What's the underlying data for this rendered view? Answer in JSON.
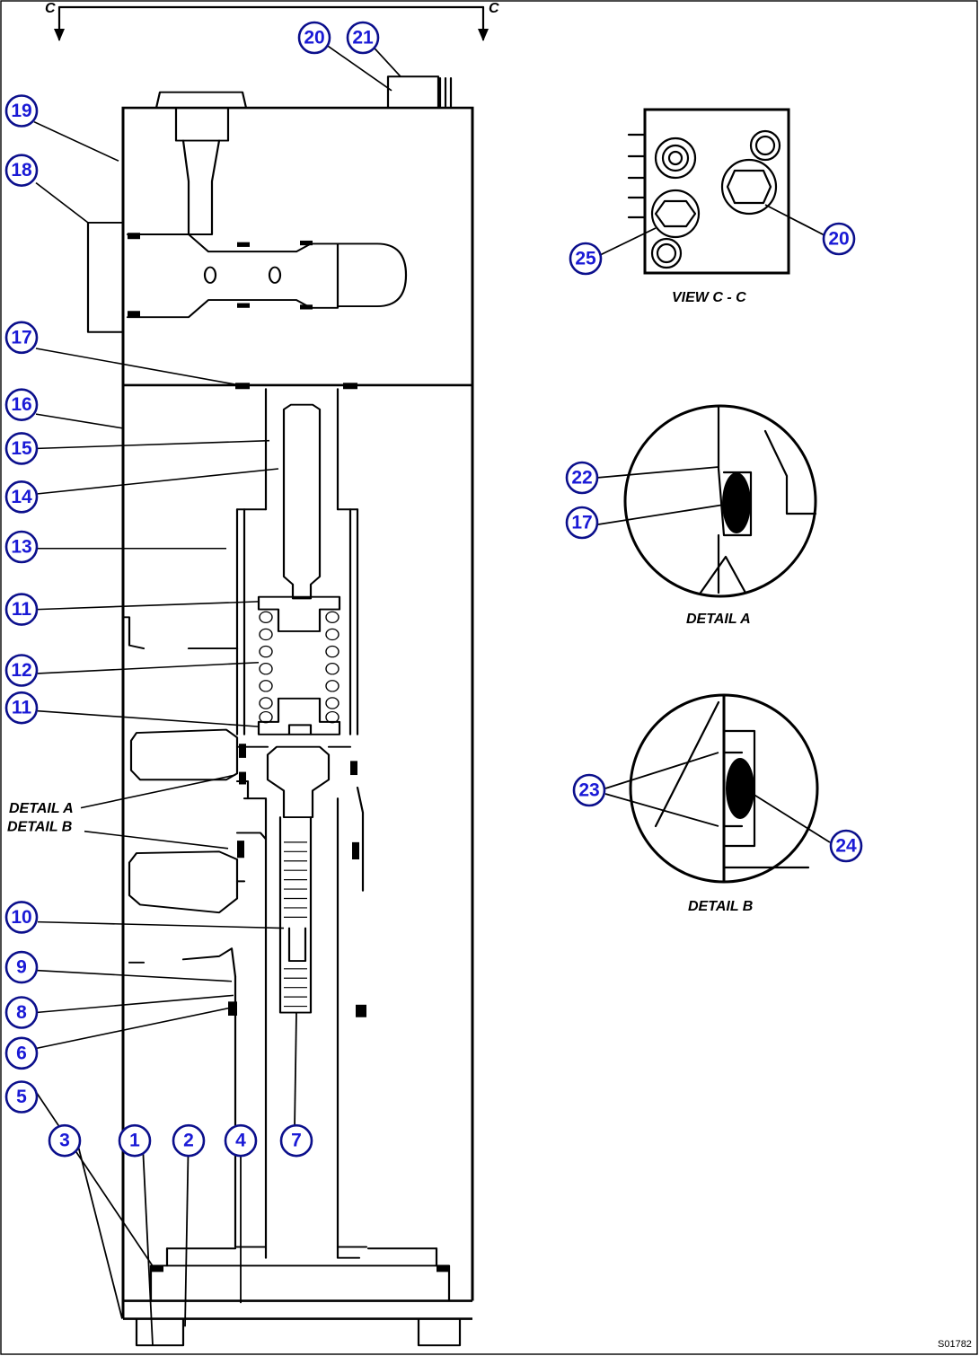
{
  "callouts": [
    {
      "n": "1"
    },
    {
      "n": "2"
    },
    {
      "n": "3"
    },
    {
      "n": "4"
    },
    {
      "n": "5"
    },
    {
      "n": "6"
    },
    {
      "n": "7"
    },
    {
      "n": "8"
    },
    {
      "n": "9"
    },
    {
      "n": "10"
    },
    {
      "n": "11"
    },
    {
      "n": "11"
    },
    {
      "n": "12"
    },
    {
      "n": "13"
    },
    {
      "n": "14"
    },
    {
      "n": "15"
    },
    {
      "n": "16"
    },
    {
      "n": "17"
    },
    {
      "n": "18"
    },
    {
      "n": "19"
    },
    {
      "n": "20"
    },
    {
      "n": "21"
    },
    {
      "n": "20"
    },
    {
      "n": "25"
    },
    {
      "n": "22"
    },
    {
      "n": "17"
    },
    {
      "n": "23"
    },
    {
      "n": "24"
    }
  ],
  "labels": {
    "section_left": "C",
    "section_right": "C",
    "view_cc": "VIEW  C - C",
    "detail_a": "DETAIL A",
    "detail_b": "DETAIL B",
    "detail_a_ref": "DETAIL A",
    "detail_b_ref": "DETAIL B",
    "drawing_id": "S01782"
  },
  "colors": {
    "callout_ring": "#0b0f8c",
    "callout_text": "#1a1ad6",
    "line": "#000000"
  }
}
